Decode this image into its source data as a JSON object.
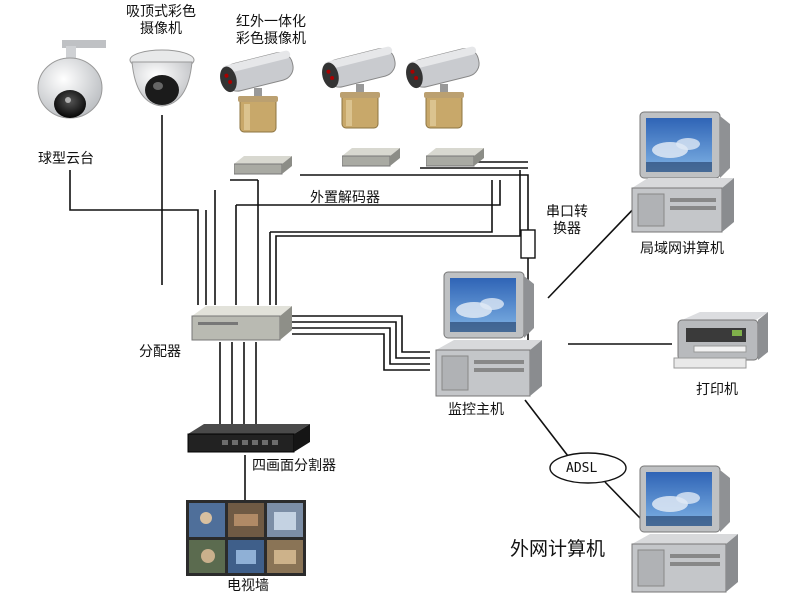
{
  "labels": {
    "dome_camera": "球型云台",
    "ceiling_camera": "吸顶式彩色\n摄像机",
    "ir_camera": "红外一体化\n彩色摄像机",
    "decoder": "外置解码器",
    "serial_converter": "串口转\n换器",
    "lan_computer": "局域网讲算机",
    "distributor": "分配器",
    "monitor_host": "监控主机",
    "printer": "打印机",
    "quad_splitter": "四画面分割器",
    "adsl": "ADSL",
    "tv_wall": "电视墙",
    "remote_computer": "外网计算机"
  },
  "colors": {
    "wire": "#111111",
    "metal": "#c9c9c2",
    "brass": "#c8a86a",
    "screen_sky": "#3a78c8",
    "screen_cloud": "#dfe9f5",
    "tower": "#c4c6c9"
  },
  "icons": [
    "dome-camera-icon",
    "ceiling-camera-icon",
    "ir-camera-icon",
    "decoder-box-icon",
    "computer-icon",
    "printer-icon",
    "splitter-box-icon",
    "tv-wall-icon"
  ]
}
